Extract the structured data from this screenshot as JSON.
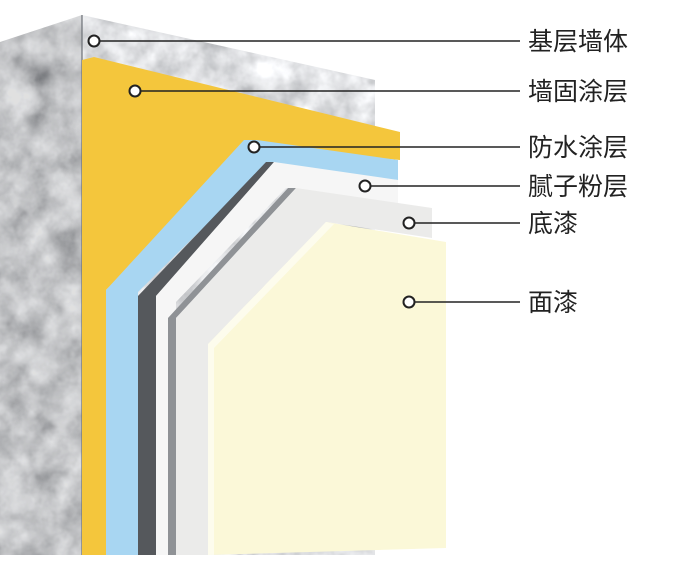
{
  "layers": [
    {
      "key": "base_wall",
      "label": "基层墙体",
      "color": "#a9aeb4"
    },
    {
      "key": "primer_sealer",
      "label": "墙固涂层",
      "color": "#f4c63c"
    },
    {
      "key": "waterproof",
      "label": "防水涂层",
      "color": "#a8d6f2"
    },
    {
      "key": "putty",
      "label": "腻子粉层",
      "color": "#f6f6f6"
    },
    {
      "key": "base_coat",
      "label": "底漆",
      "color": "#ebebea"
    },
    {
      "key": "top_coat",
      "label": "面漆",
      "color": "#fbf8d8"
    }
  ],
  "accents": {
    "dark_band": "#55585c",
    "gray_band": "#8f9296",
    "line": "#222222"
  }
}
